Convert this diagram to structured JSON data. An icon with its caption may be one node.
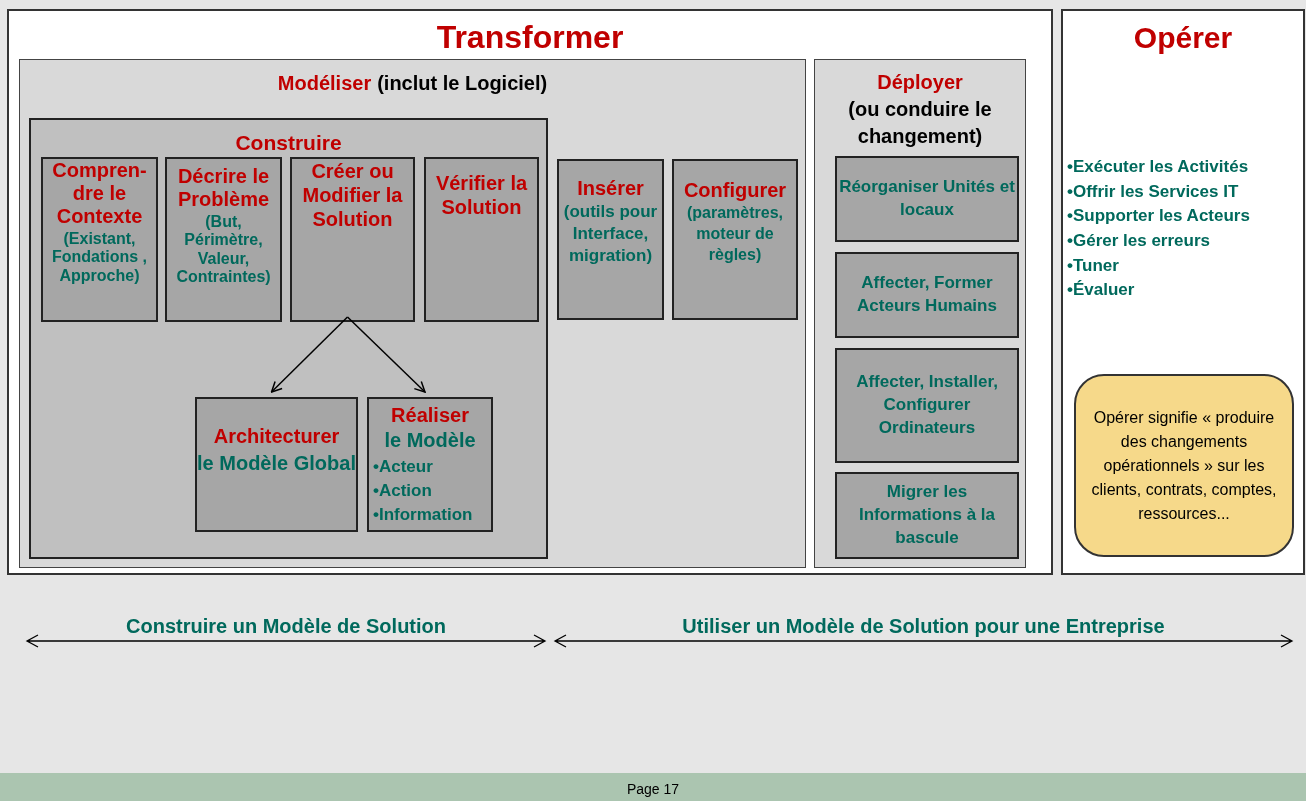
{
  "diagram": {
    "nodes": [
      {
        "text": [
          "Transformer"
        ]
      },
      {
        "text": [
          "Modéliser",
          "(inclut le Logiciel)"
        ],
        "in": 0
      },
      {
        "text": [
          "Construire"
        ],
        "in": 1
      },
      {
        "text": [
          "Compren- dre le Contexte",
          "(Existant, Fondations , Approche)"
        ],
        "in": 2
      },
      {
        "text": [
          "Décrire le Problème",
          "(But, Périmètre, Valeur, Contraintes)"
        ],
        "in": 2
      },
      {
        "text": [
          "Créer ou Modifier la Solution"
        ],
        "in": 2
      },
      {
        "text": [
          "Vérifier la Solution"
        ],
        "in": 2
      },
      {
        "text": [
          "Architecturer",
          "le Modèle Global"
        ],
        "in": 2
      },
      {
        "text": [
          "Réaliser",
          "le Modèle",
          "•Acteur",
          "•Action",
          "•Information"
        ],
        "in": 2
      },
      {
        "text": [
          "Insérer",
          "(outils pour Interface, migration)"
        ],
        "in": 1
      },
      {
        "text": [
          "Configurer",
          "(paramètres, moteur de règles)"
        ],
        "in": 1
      },
      {
        "text": [
          "Déployer",
          "(ou conduire le changement)"
        ],
        "in": 0
      },
      {
        "text": [
          "Réorganiser Unités et locaux"
        ],
        "in": 11
      },
      {
        "text": [
          "Affecter, Former Acteurs Humains"
        ],
        "in": 11
      },
      {
        "text": [
          "Affecter, Installer, Configurer Ordinateurs"
        ],
        "in": 11
      },
      {
        "text": [
          "Migrer les Informations à la bascule"
        ],
        "in": 11
      },
      {
        "text": [
          "Opérer",
          "•Exécuter les Activités",
          "•Offrir les Services IT",
          "•Supporter les Acteurs",
          "•Gérer les erreurs",
          "•Tuner",
          "•Évaluer"
        ]
      },
      {
        "text": [
          "Opérer signifie « produire des changements opérationnels » sur les clients, contrats, comptes, ressources..."
        ],
        "in": 16
      }
    ],
    "edges": [
      {
        "from": 5,
        "to": 7,
        "arrow": "to"
      },
      {
        "from": 5,
        "to": 8,
        "arrow": "to"
      }
    ],
    "labels": [
      "Construire un Modèle de Solution",
      "Utiliser un Modèle de Solution pour une Entreprise",
      "Page 17"
    ]
  }
}
